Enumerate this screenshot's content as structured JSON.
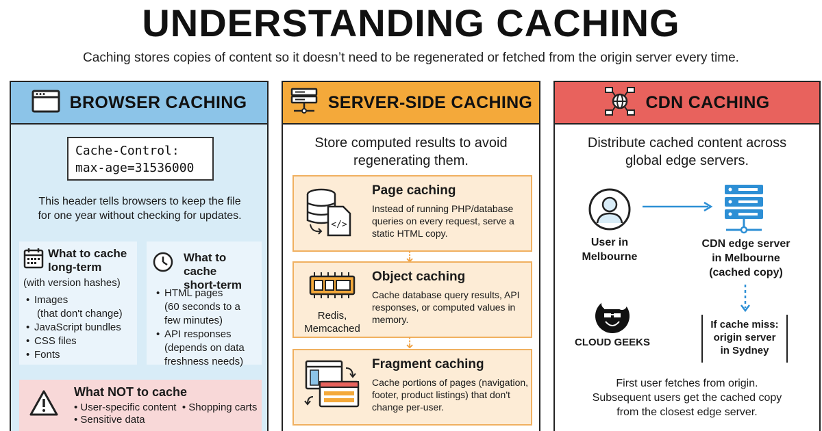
{
  "header": {
    "title": "UNDERSTANDING CACHING",
    "subtitle": "Caching stores copies of content so it doesn’t need to be regenerated or fetched from the origin server every time."
  },
  "browser": {
    "heading": "BROWSER CACHING",
    "code_line1": "Cache-Control:",
    "code_line2": "max-age=31536000",
    "explain_line1": "This header tells browsers to keep the file",
    "explain_line2": "for one year without checking for updates.",
    "long_term": {
      "title_line1": "What to cache",
      "title_line2": "long-term",
      "note": "(with version hashes)",
      "items": [
        "Images",
        "(that don't change)",
        "JavaScript bundles",
        "CSS files",
        "Fonts"
      ]
    },
    "short_term": {
      "title_line1": "What to cache",
      "title_line2": "short-term",
      "items": [
        "HTML pages",
        "(60 seconds to a",
        "few minutes)",
        "API responses",
        "(depends on data",
        "freshness needs)"
      ]
    },
    "not_cache": {
      "title": "What NOT to cache",
      "item1": "User-specific content",
      "item2": "Shopping carts",
      "item3": "Sensitive data"
    }
  },
  "server": {
    "heading": "SERVER-SIDE CACHING",
    "intro_line1": "Store computed results to avoid",
    "intro_line2": "regenerating them.",
    "items": [
      {
        "title": "Page caching",
        "desc": "Instead of running PHP/database queries on every request, serve a static HTML copy.",
        "caption": ""
      },
      {
        "title": "Object caching",
        "desc": "Cache database query results, API responses, or computed values in memory.",
        "caption_line1": "Redis,",
        "caption_line2": "Memcached"
      },
      {
        "title": "Fragment caching",
        "desc": "Cache portions of pages (navigation, footer, product listings) that don't change per-user."
      }
    ]
  },
  "cdn": {
    "heading": "CDN CACHING",
    "intro_line1": "Distribute cached content across",
    "intro_line2": "global edge servers.",
    "user_line1": "User in",
    "user_line2": "Melbourne",
    "edge_line1": "CDN edge server",
    "edge_line2": "in Melbourne",
    "edge_line3": "(cached copy)",
    "miss_line1": "If cache miss:",
    "miss_line2": "origin server",
    "miss_line3": "in Sydney",
    "logo": "CLOUD GEEKS",
    "foot_line1": "First user fetches from origin.",
    "foot_line2": "Subsequent users get the cached copy",
    "foot_line3": "from the closest edge server."
  },
  "colors": {
    "browser_header": "#8cc4e8",
    "server_header": "#f4a93a",
    "cdn_header": "#e8625d",
    "arrow_blue": "#2d8fd5"
  },
  "icons": [
    "browser-window-icon",
    "server-rack-icon",
    "globe-network-icon",
    "calendar-icon",
    "clock-icon",
    "warning-icon",
    "database-code-icon",
    "memory-chip-icon",
    "page-fragment-icon",
    "user-icon",
    "cdn-server-icon"
  ]
}
